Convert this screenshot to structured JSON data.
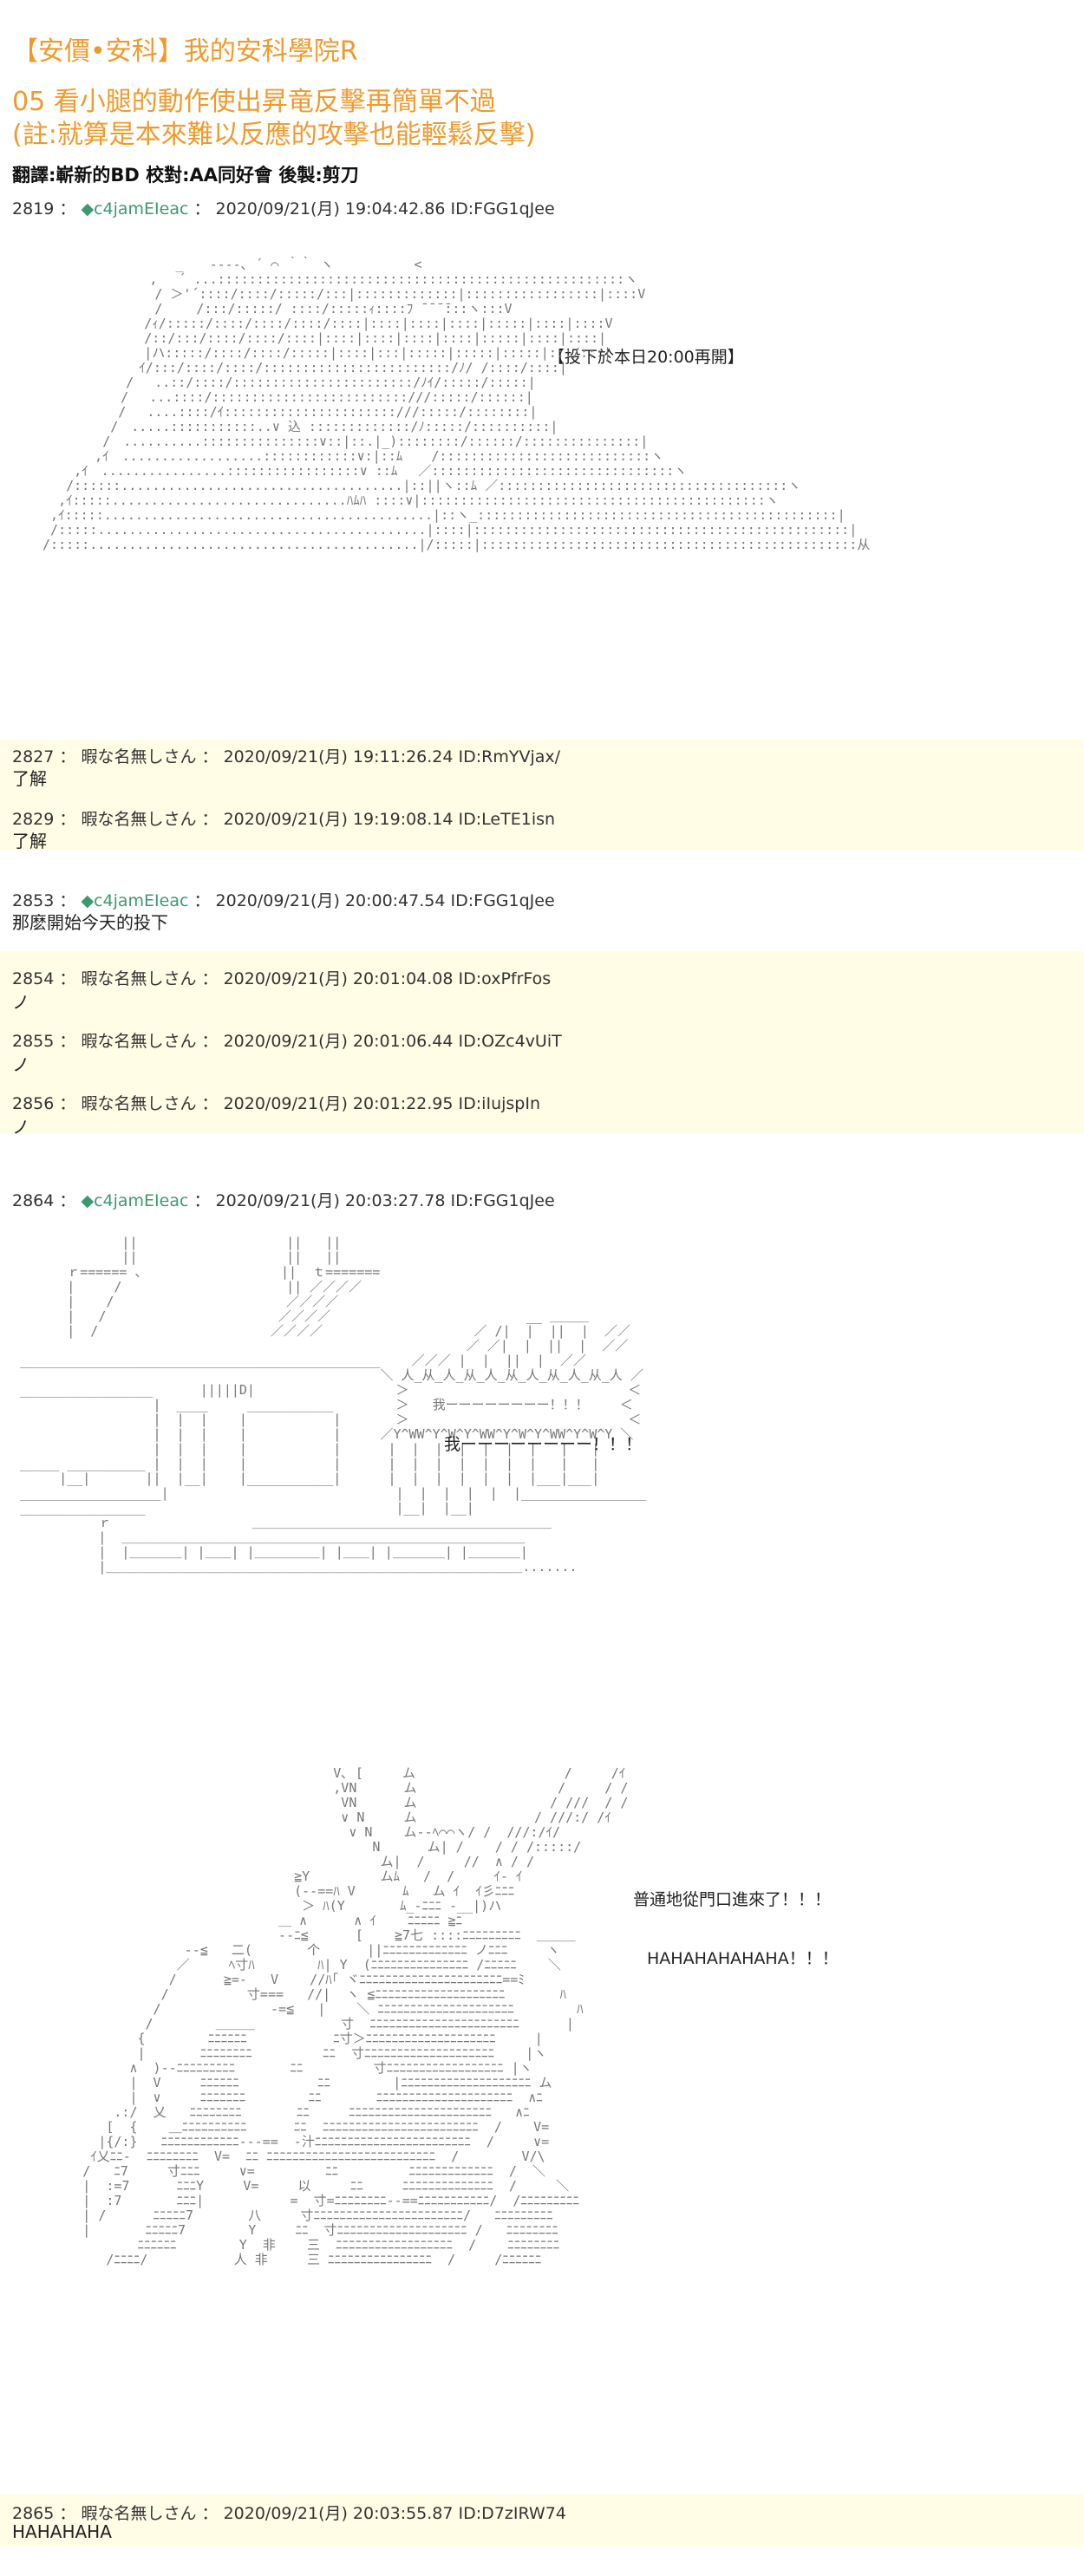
{
  "header": {
    "title": "【安價•安科】我的安科學院R",
    "chapter_line1": "05 看小腿的動作使出昇竜反擊再簡單不過",
    "chapter_line2": "(註:就算是本來難以反應的攻擊也能輕鬆反擊)",
    "credits": "翻譯:嶄新的BD 校對:AA同好會 後製:剪刀"
  },
  "posts": [
    {
      "num": "2819",
      "name": "c4jamEIeac",
      "op": true,
      "date": "2020/09/21(月) 19:04:42.86",
      "id": "ID:FGG1qJee",
      "body": ""
    },
    {
      "num": "2827",
      "name": "暇な名無しさん",
      "op": false,
      "date": "2020/09/21(月) 19:11:26.24",
      "id": "ID:RmYVjax/",
      "body": "了解"
    },
    {
      "num": "2829",
      "name": "暇な名無しさん",
      "op": false,
      "date": "2020/09/21(月) 19:19:08.14",
      "id": "ID:LeTE1isn",
      "body": "了解"
    },
    {
      "num": "2853",
      "name": "c4jamEIeac",
      "op": true,
      "date": "2020/09/21(月) 20:00:47.54",
      "id": "ID:FGG1qJee",
      "body": "那麽開始今天的投下"
    },
    {
      "num": "2854",
      "name": "暇な名無しさん",
      "op": false,
      "date": "2020/09/21(月) 20:01:04.08",
      "id": "ID:oxPfrFos",
      "body": "ノ"
    },
    {
      "num": "2855",
      "name": "暇な名無しさん",
      "op": false,
      "date": "2020/09/21(月) 20:01:06.44",
      "id": "ID:OZc4vUiT",
      "body": "ノ"
    },
    {
      "num": "2856",
      "name": "暇な名無しさん",
      "op": false,
      "date": "2020/09/21(月) 20:01:22.95",
      "id": "ID:iIujspIn",
      "body": "ノ"
    },
    {
      "num": "2864",
      "name": "c4jamEIeac",
      "op": true,
      "date": "2020/09/21(月) 20:03:27.78",
      "id": "ID:FGG1qJee",
      "body": ""
    },
    {
      "num": "2865",
      "name": "暇な名無しさん",
      "op": false,
      "date": "2020/09/21(月) 20:03:55.87",
      "id": "ID:D7zIRW74",
      "body": "HAHAHAHA"
    }
  ],
  "speech": {
    "first_note": "【投下於本日20:00再開】",
    "shout": "我ーーーーーーーー！！！",
    "line1": "普通地從門口進來了！！！",
    "line2": "HAHAHAHAHAHA！！！"
  },
  "colors": {
    "title": "#f09a2c",
    "op_name": "#3c9b6e",
    "highlight_bg": "#fffde6"
  }
}
